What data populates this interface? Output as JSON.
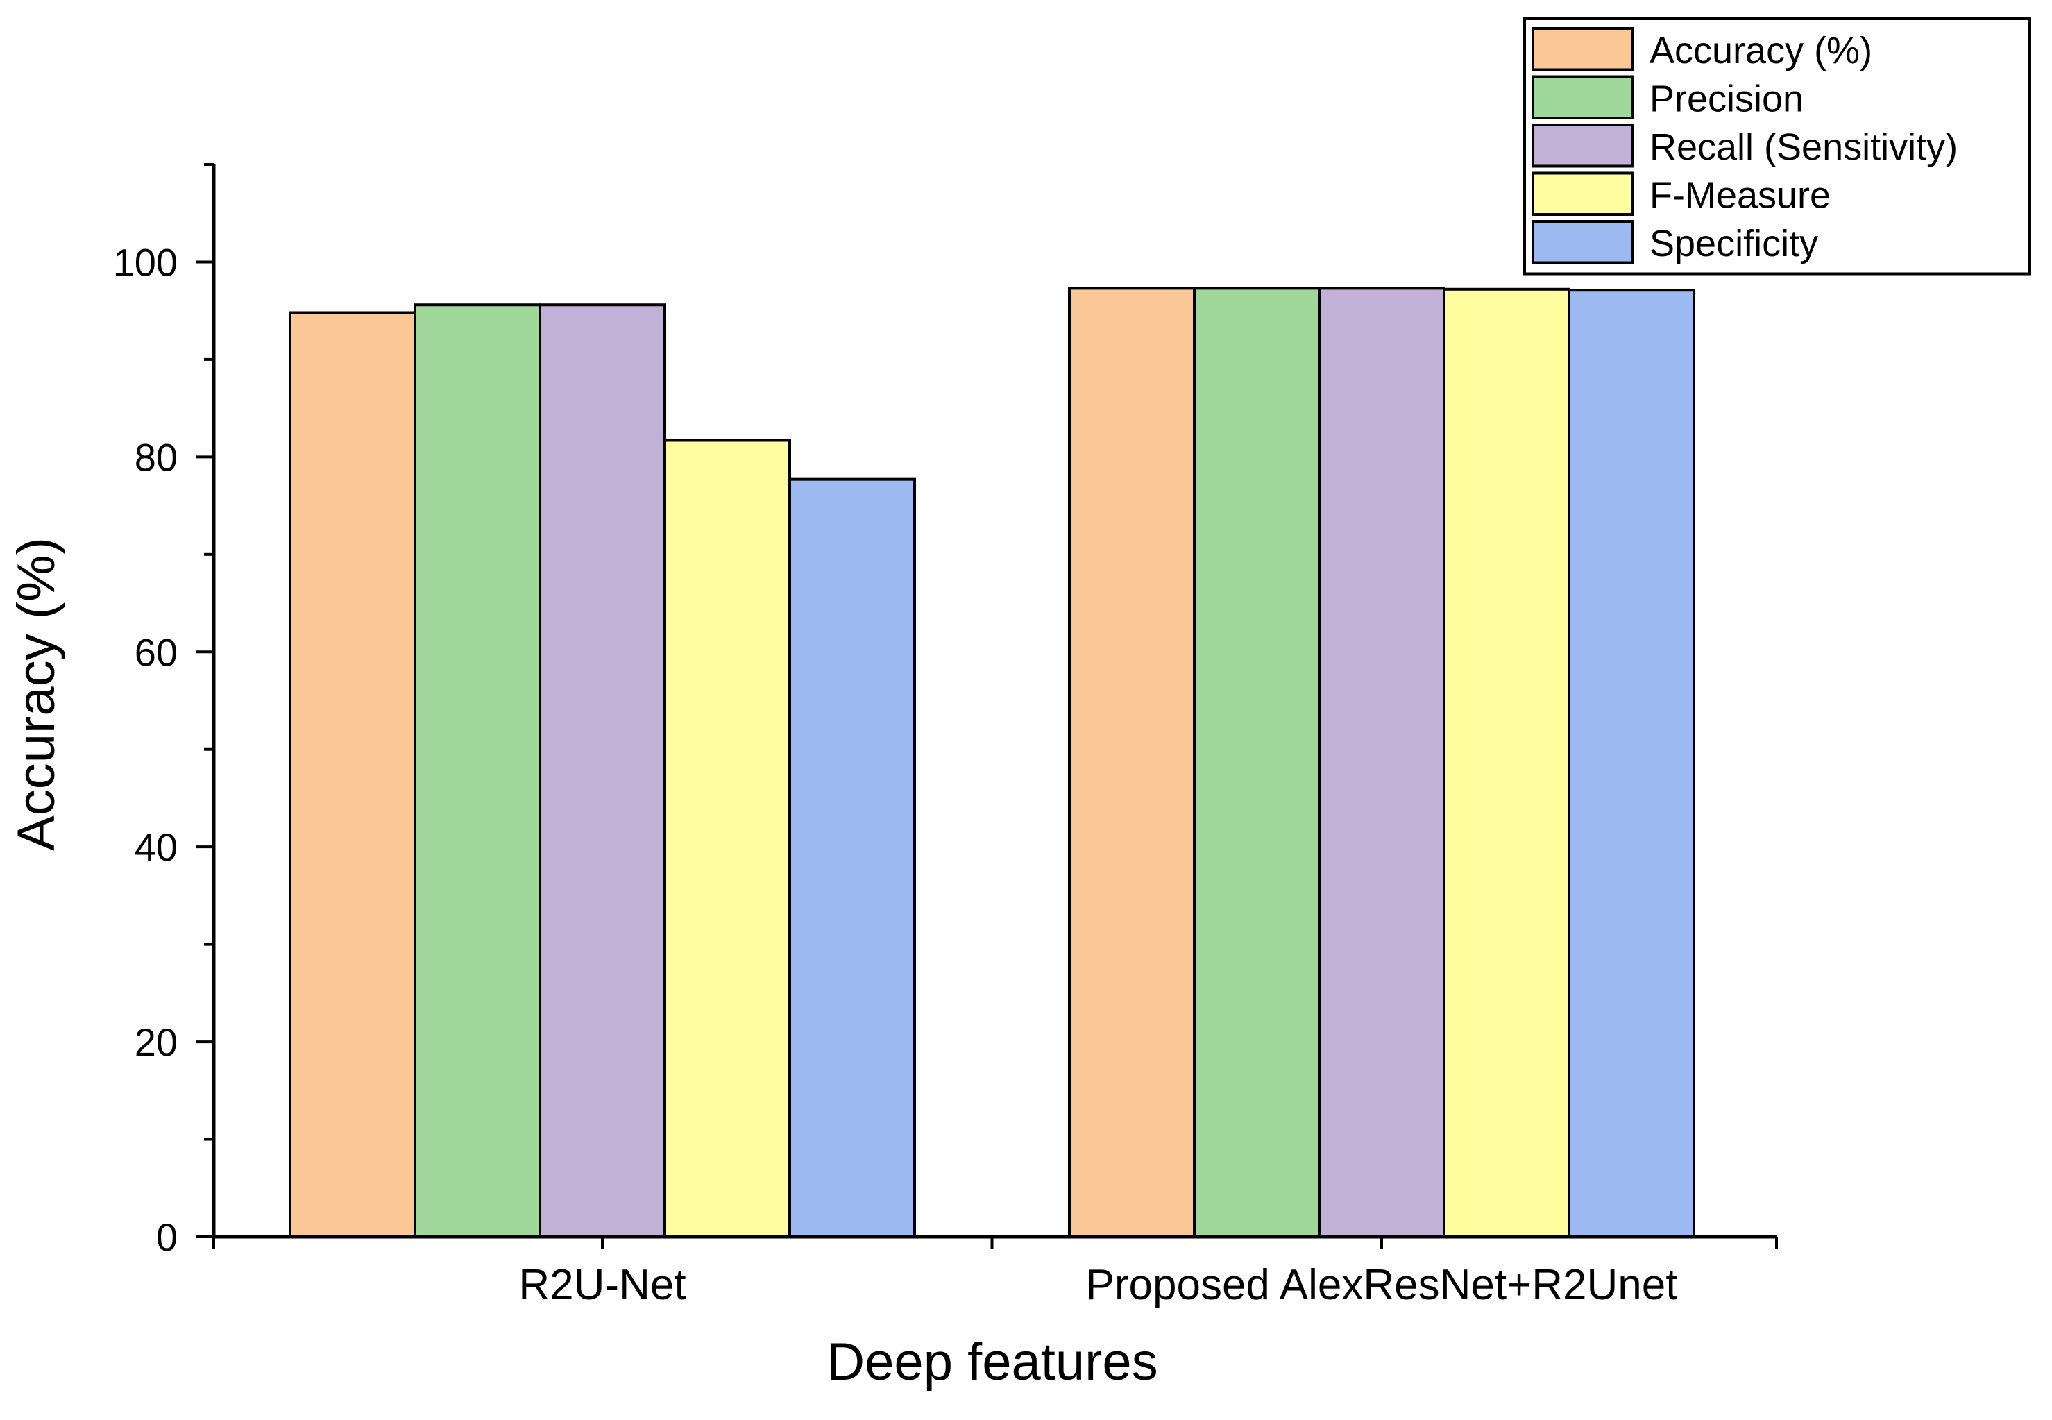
{
  "chart_data": {
    "type": "bar",
    "xlabel": "Deep features",
    "ylabel": "Accuracy (%)",
    "ylim": [
      0,
      110
    ],
    "yticks": [
      0,
      20,
      40,
      60,
      80,
      100
    ],
    "categories": [
      "R2U-Net",
      "Proposed AlexResNet+R2Unet"
    ],
    "series": [
      {
        "name": "Accuracy (%)",
        "color": "#F9C896",
        "values": [
          94.8,
          97.3
        ]
      },
      {
        "name": "Precision",
        "color": "#A0D89C",
        "values": [
          95.6,
          97.3
        ]
      },
      {
        "name": "Recall (Sensitivity)",
        "color": "#C2B1D6",
        "values": [
          95.6,
          97.3
        ]
      },
      {
        "name": "F-Measure",
        "color": "#FFFD9E",
        "values": [
          81.7,
          97.2
        ]
      },
      {
        "name": "Specificity",
        "color": "#9CBAF1",
        "values": [
          77.7,
          97.1
        ]
      }
    ],
    "legend_position": "top-right",
    "grid": false
  }
}
